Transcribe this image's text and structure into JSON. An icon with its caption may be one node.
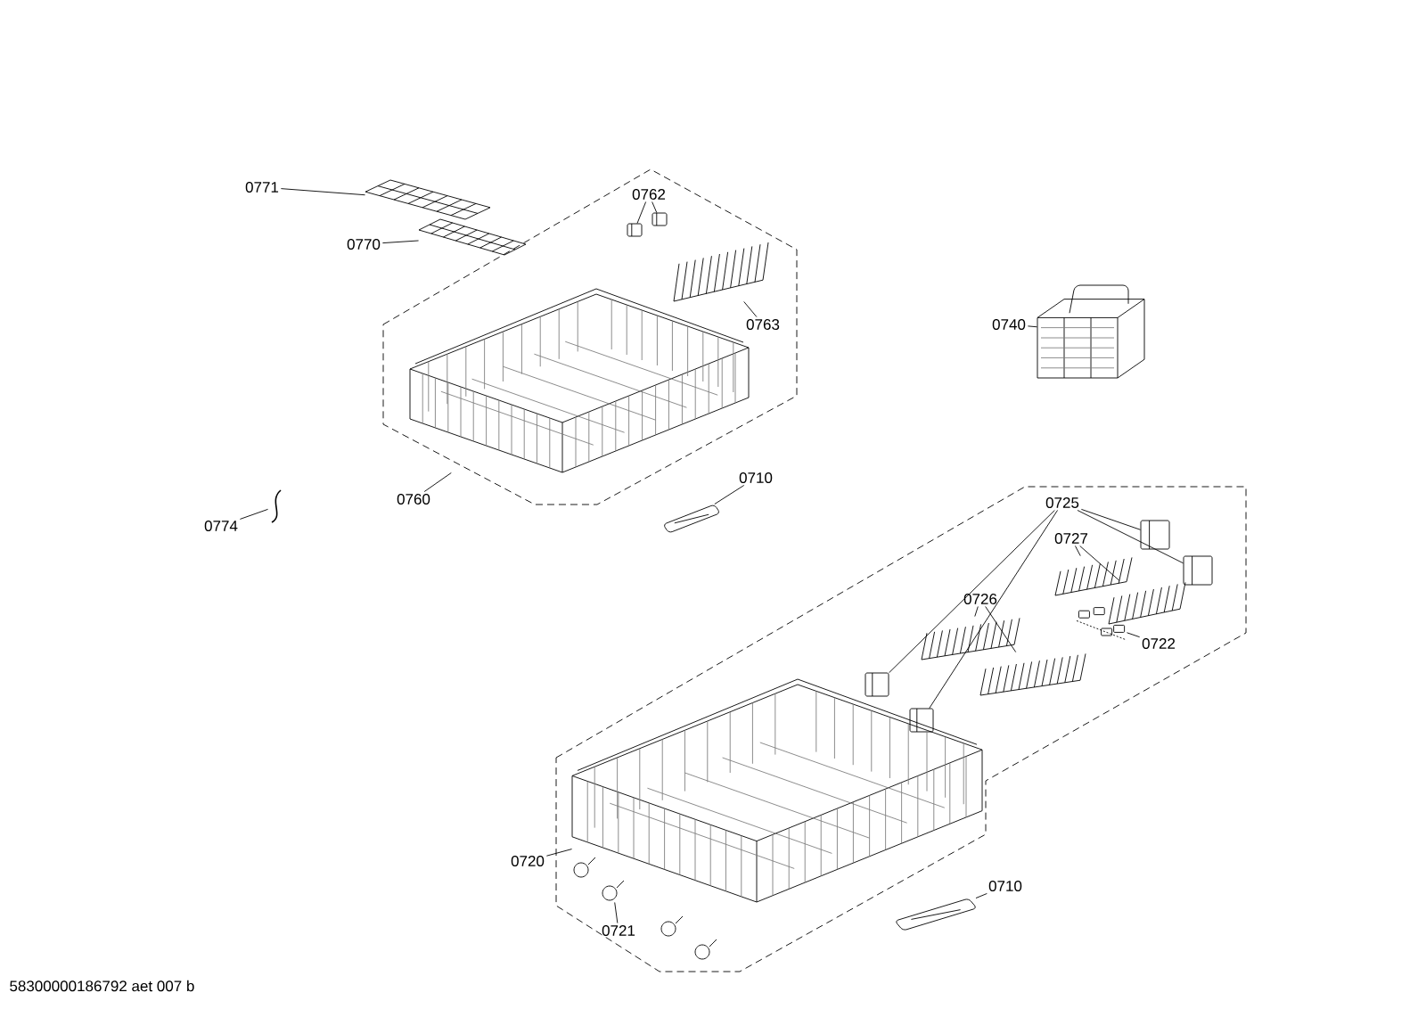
{
  "diagram": {
    "nodes": [
      {
        "text": [
          "0771"
        ]
      },
      {
        "text": [
          "0770"
        ]
      },
      {
        "text": [
          "0762"
        ]
      },
      {
        "text": [
          "0763"
        ]
      },
      {
        "text": [
          "0740"
        ]
      },
      {
        "text": [
          "0760"
        ]
      },
      {
        "text": [
          "0710"
        ]
      },
      {
        "text": [
          "0774"
        ]
      },
      {
        "text": [
          "0725"
        ]
      },
      {
        "text": [
          "0727"
        ]
      },
      {
        "text": [
          "0726"
        ]
      },
      {
        "text": [
          "0722"
        ]
      },
      {
        "text": [
          "0720"
        ]
      },
      {
        "text": [
          "0721"
        ]
      },
      {
        "text": [
          "0710"
        ]
      },
      {
        "text": [],
        "shape": "picture"
      },
      {
        "text": [],
        "shape": "picture"
      },
      {
        "text": [],
        "shape": "picture"
      },
      {
        "text": [],
        "shape": "picture"
      },
      {
        "text": [],
        "shape": "picture"
      },
      {
        "text": [],
        "shape": "picture"
      },
      {
        "text": [],
        "shape": "picture"
      },
      {
        "text": [],
        "shape": "picture"
      },
      {
        "text": [],
        "shape": "picture"
      },
      {
        "text": [],
        "shape": "picture"
      },
      {
        "text": [],
        "shape": "picture"
      },
      {
        "text": [],
        "shape": "picture"
      },
      {
        "text": [],
        "shape": "picture"
      },
      {
        "text": [],
        "shape": "picture"
      },
      {
        "text": [],
        "shape": "picture"
      },
      {
        "text": [],
        "shape": "picture"
      },
      {
        "text": [],
        "shape": "picture"
      },
      {
        "text": [],
        "shape": "picture"
      },
      {
        "text": [],
        "shape": "picture"
      },
      {
        "text": [],
        "shape": "picture"
      },
      {
        "text": [],
        "shape": "picture"
      }
    ],
    "edges": [
      {
        "from": 0,
        "to": 15,
        "arrow": "none"
      },
      {
        "from": 1,
        "to": 16,
        "arrow": "none"
      },
      {
        "from": 2,
        "to": 17,
        "arrow": "none"
      },
      {
        "from": 2,
        "to": 18,
        "arrow": "none"
      },
      {
        "from": 3,
        "to": 19,
        "arrow": "none"
      },
      {
        "from": 4,
        "to": 20,
        "arrow": "none"
      },
      {
        "from": 5,
        "to": 21,
        "arrow": "none"
      },
      {
        "from": 6,
        "to": 22,
        "arrow": "none"
      },
      {
        "from": 7,
        "to": 23,
        "arrow": "none"
      },
      {
        "from": 8,
        "to": 24,
        "arrow": "none"
      },
      {
        "from": 8,
        "to": 25,
        "arrow": "none"
      },
      {
        "from": 8,
        "to": 26,
        "arrow": "none"
      },
      {
        "from": 8,
        "to": 27,
        "arrow": "none"
      },
      {
        "from": 9,
        "to": 28,
        "arrow": "none"
      },
      {
        "from": 9,
        "to": 29,
        "arrow": "none"
      },
      {
        "from": 10,
        "to": 30,
        "arrow": "none"
      },
      {
        "from": 10,
        "to": 31,
        "arrow": "none"
      },
      {
        "from": 11,
        "to": 32,
        "arrow": "none"
      },
      {
        "from": 12,
        "to": 33,
        "arrow": "none"
      },
      {
        "from": 13,
        "to": 34,
        "arrow": "none"
      },
      {
        "from": 14,
        "to": 35,
        "arrow": "none"
      }
    ],
    "labels": [
      "58300000186792 aet 007 b"
    ]
  }
}
